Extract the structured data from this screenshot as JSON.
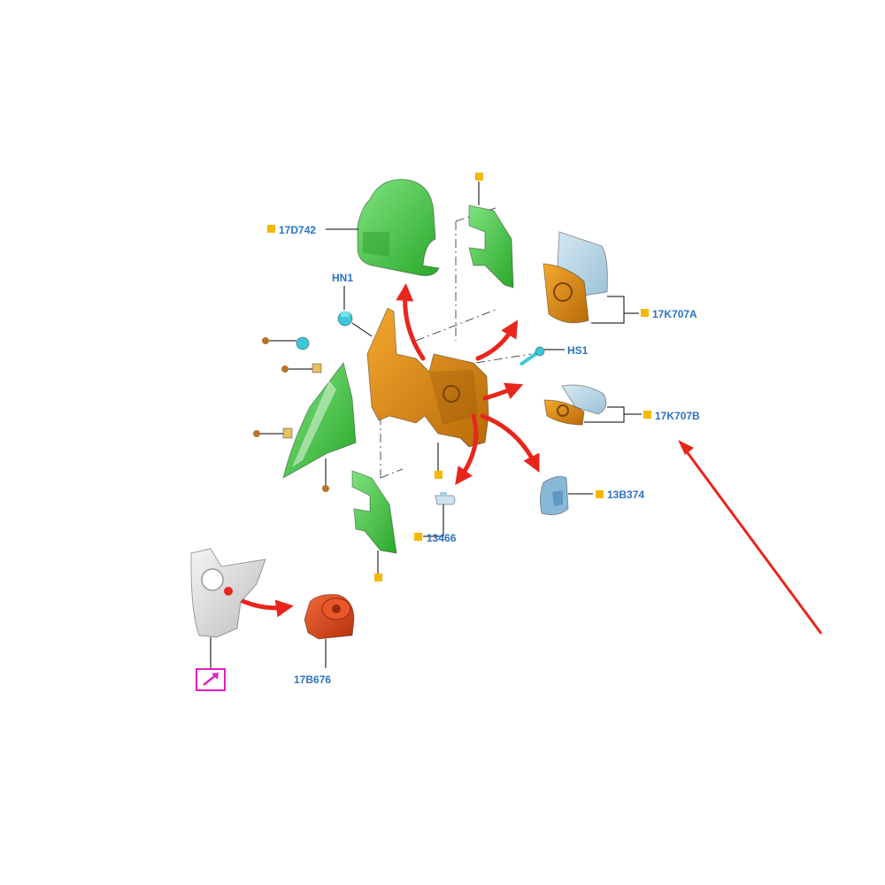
{
  "colors": {
    "label_text": "#2b73c4",
    "marker_square": "#f5b800",
    "marker_dot": "#b8742a",
    "arrow": "#e8261c",
    "callout_box": "#e020c0",
    "part_green": "#3dc83d",
    "part_orange": "#e08a10",
    "part_glass": "#a8cde0",
    "part_backing": "#e5a21a",
    "part_blue": "#88b8d8",
    "part_red": "#d64418",
    "part_cyan": "#3cc8d8",
    "part_silver": "#d8d8d8"
  },
  "labels": {
    "p17D742": "17D742",
    "hn1": "HN1",
    "p17K707A": "17K707A",
    "hs1": "HS1",
    "p17K707B": "17K707B",
    "p13B374": "13B374",
    "p13466": "13466",
    "p17B676": "17B676"
  },
  "icons": {
    "callout": "link-arrow-icon"
  }
}
